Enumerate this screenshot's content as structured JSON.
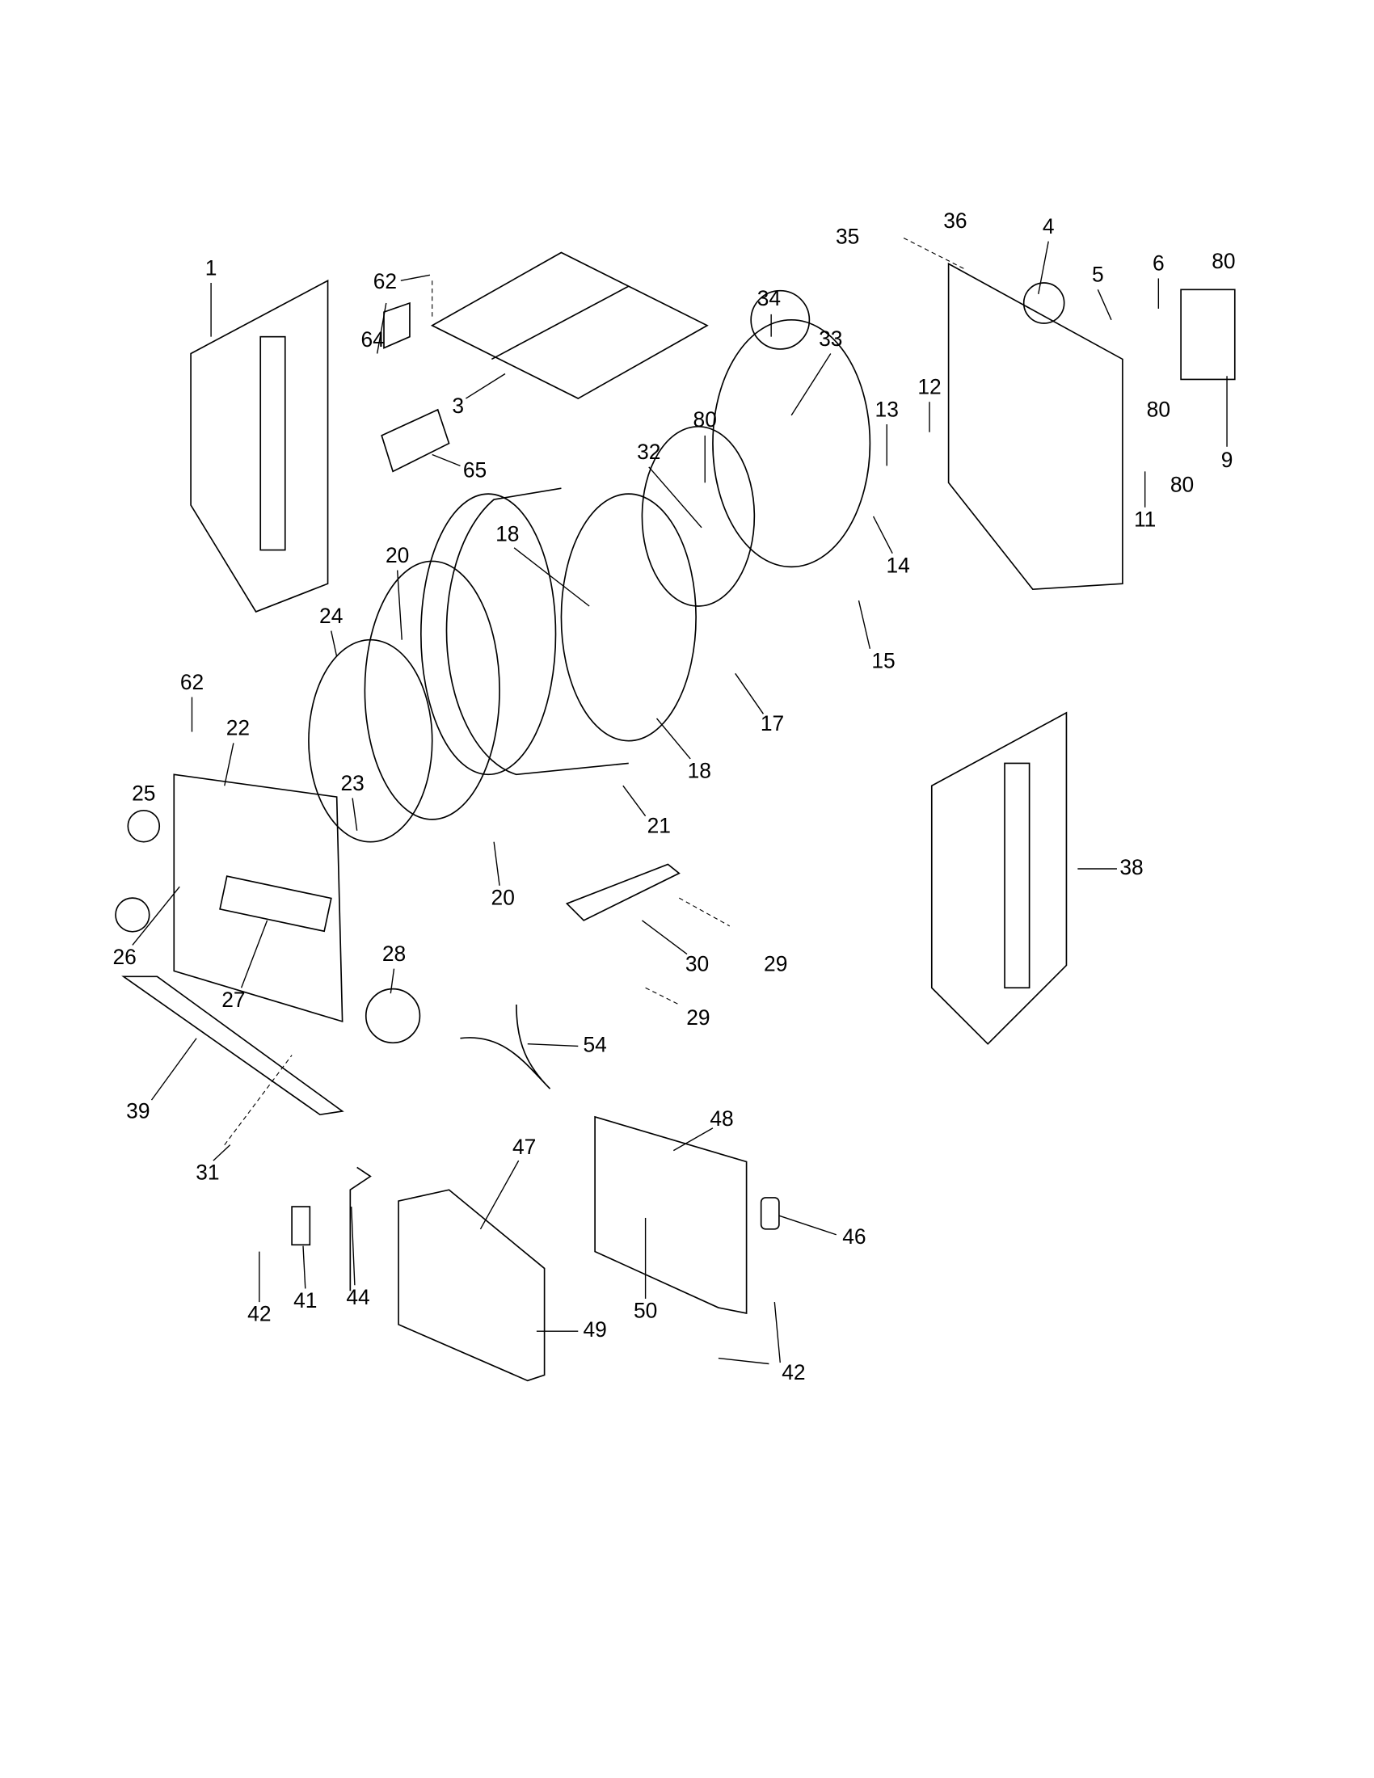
{
  "diagram": {
    "type": "exploded parts diagram",
    "callouts": [
      "1",
      "62",
      "3",
      "64",
      "65",
      "35",
      "36",
      "4",
      "5",
      "6",
      "80",
      "34",
      "33",
      "80",
      "13",
      "12",
      "80",
      "9",
      "80",
      "11",
      "32",
      "18",
      "20",
      "24",
      "14",
      "15",
      "17",
      "18",
      "62",
      "22",
      "25",
      "23",
      "21",
      "20",
      "38",
      "26",
      "27",
      "28",
      "30",
      "29",
      "29",
      "54",
      "39",
      "31",
      "48",
      "47",
      "46",
      "44",
      "41",
      "42",
      "49",
      "50",
      "42"
    ]
  }
}
